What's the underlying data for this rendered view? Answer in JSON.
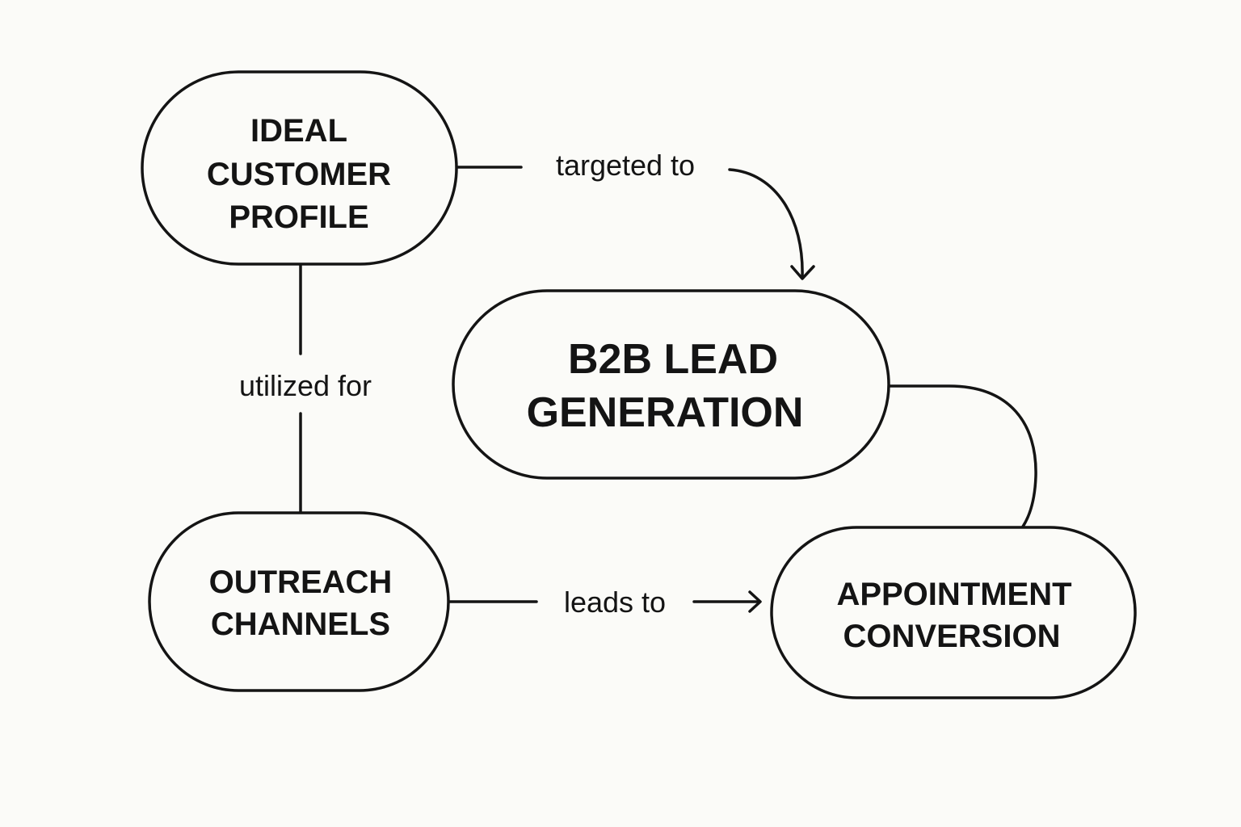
{
  "nodes": {
    "icp": {
      "lines": [
        "IDEAL",
        "CUSTOMER",
        "PROFILE"
      ]
    },
    "b2b": {
      "lines": [
        "B2B LEAD",
        "GENERATION"
      ]
    },
    "outreach": {
      "lines": [
        "OUTREACH",
        "CHANNELS"
      ]
    },
    "appointment": {
      "lines": [
        "APPOINTMENT",
        "CONVERSION"
      ]
    }
  },
  "edges": {
    "targeted": {
      "label": "targeted to"
    },
    "utilized": {
      "label": "utilized for"
    },
    "leads": {
      "label": "leads to"
    }
  }
}
